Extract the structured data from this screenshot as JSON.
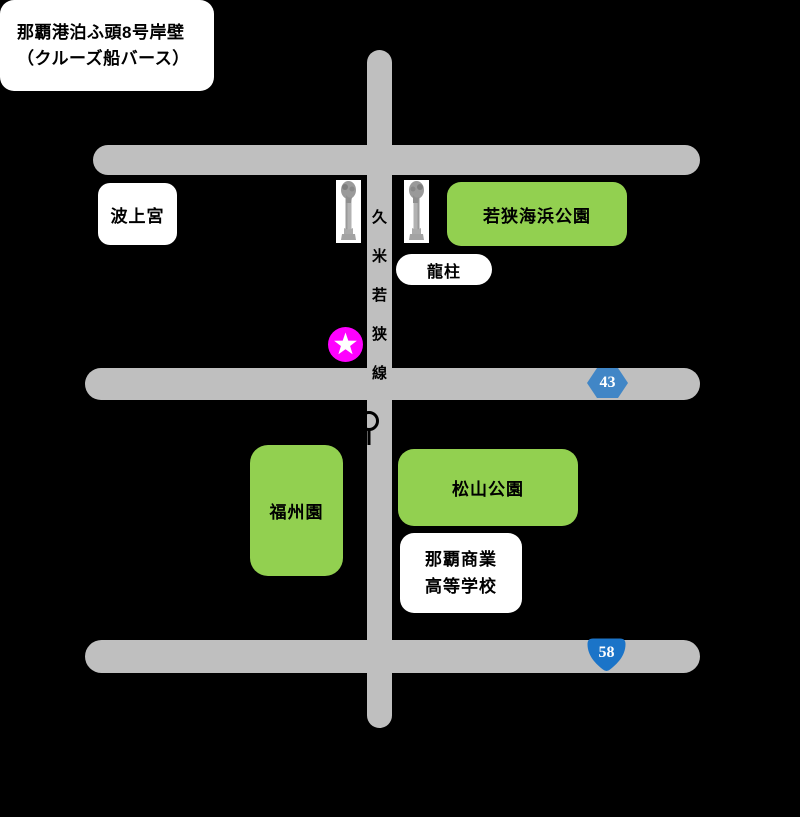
{
  "canvas": {
    "background_color": "#000000",
    "road_color": "#bfbfbf",
    "park_color": "#92d050",
    "label_box_color": "#ffffff",
    "marker_color": "#ff00ff",
    "route43_color": "#4186c6",
    "route58_color": "#1b74c8",
    "text_color": "#000000"
  },
  "title_box": {
    "line1": "那覇港泊ふ頭8号岸壁",
    "line2": "（クルーズ船バース）"
  },
  "places": {
    "naminoue_shrine": "波上宮",
    "wakasa_seaside_park": "若狭海浜公園",
    "dragon_pillars": "龍柱",
    "fukushu_garden": "福州園",
    "matsuyama_park": "松山公園",
    "naha_commercial_hs_line1": "那覇商業",
    "naha_commercial_hs_line2": "高等学校"
  },
  "road_name": {
    "chars": [
      "久",
      "米",
      "若",
      "狭",
      "線"
    ]
  },
  "routes": {
    "route43": "43",
    "route58": "58"
  },
  "icons": {
    "star_marker": "white star in magenta circle",
    "bus_stop": "circle on pole map symbol",
    "pillar_photo": "stone dragon pillar photo"
  }
}
